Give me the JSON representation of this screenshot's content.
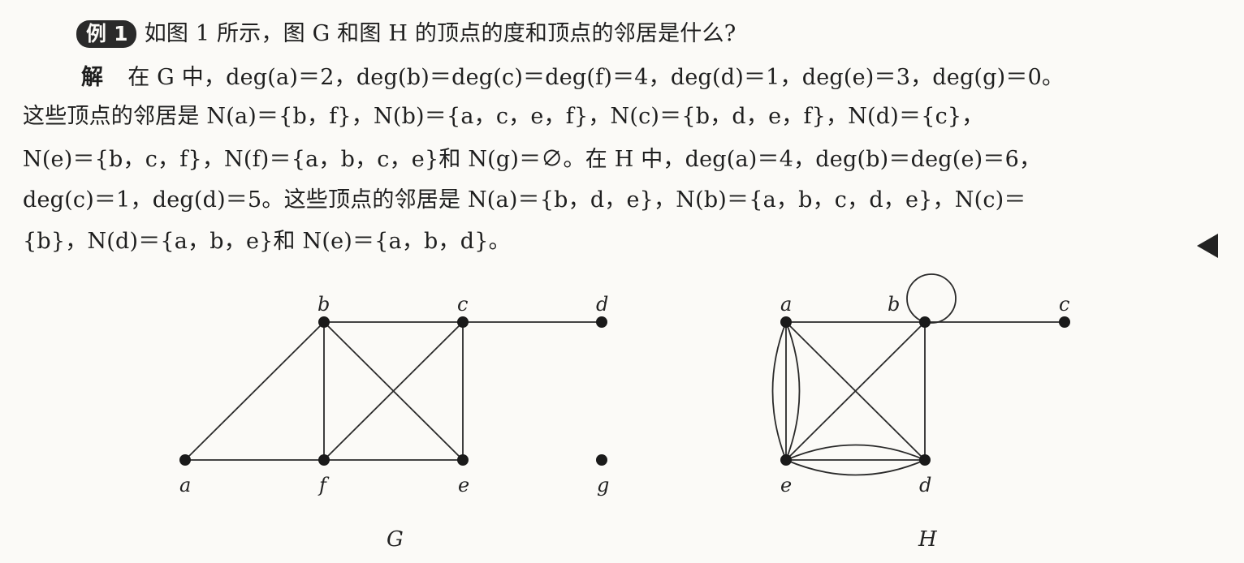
{
  "example": {
    "badge": "例 1",
    "question": "如图 1 所示，图 G 和图 H 的顶点的度和顶点的邻居是什么?"
  },
  "solution": {
    "label": "解",
    "lines": [
      "在 G 中，deg(a)＝2，deg(b)＝deg(c)＝deg(f)＝4，deg(d)＝1，deg(e)＝3，deg(g)＝0。",
      "这些顶点的邻居是 N(a)＝{b，f}，N(b)＝{a，c，e，f}，N(c)＝{b，d，e，f}，N(d)＝{c}，",
      "N(e)＝{b，c，f}，N(f)＝{a，b，c，e}和 N(g)＝∅。在 H 中，deg(a)＝4，deg(b)＝deg(e)＝6，",
      "deg(c)＝1，deg(d)＝5。这些顶点的邻居是 N(a)＝{b，d，e}，N(b)＝{a，b，c，d，e}，N(c)＝",
      "{b}，N(d)＝{a，b，e}和 N(e)＝{a，b，d}。"
    ]
  },
  "graph_G": {
    "name": "G",
    "vertices": [
      {
        "id": "a",
        "label": "a"
      },
      {
        "id": "b",
        "label": "b"
      },
      {
        "id": "c",
        "label": "c"
      },
      {
        "id": "d",
        "label": "d"
      },
      {
        "id": "e",
        "label": "e"
      },
      {
        "id": "f",
        "label": "f"
      },
      {
        "id": "g",
        "label": "g"
      }
    ],
    "edges": [
      [
        "a",
        "b"
      ],
      [
        "a",
        "f"
      ],
      [
        "b",
        "c"
      ],
      [
        "b",
        "f"
      ],
      [
        "b",
        "e"
      ],
      [
        "c",
        "f"
      ],
      [
        "c",
        "e"
      ],
      [
        "c",
        "d"
      ],
      [
        "f",
        "e"
      ]
    ]
  },
  "graph_H": {
    "name": "H",
    "vertices": [
      {
        "id": "a",
        "label": "a"
      },
      {
        "id": "b",
        "label": "b"
      },
      {
        "id": "c",
        "label": "c"
      },
      {
        "id": "d",
        "label": "d"
      },
      {
        "id": "e",
        "label": "e"
      }
    ],
    "edges": [
      [
        "a",
        "b"
      ],
      [
        "b",
        "b"
      ],
      [
        "b",
        "c"
      ],
      [
        "a",
        "d"
      ],
      [
        "a",
        "e"
      ],
      [
        "a",
        "e"
      ],
      [
        "a",
        "e"
      ],
      [
        "b",
        "e"
      ],
      [
        "b",
        "d"
      ],
      [
        "e",
        "d"
      ],
      [
        "e",
        "d"
      ],
      [
        "e",
        "d"
      ]
    ]
  }
}
